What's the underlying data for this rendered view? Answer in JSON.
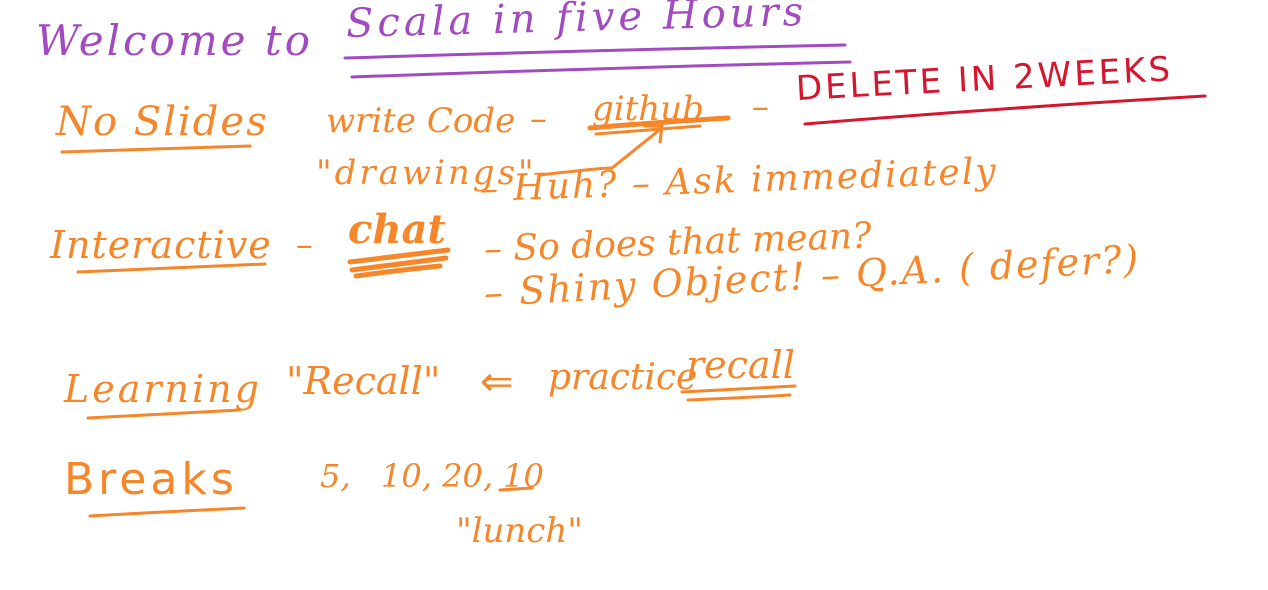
{
  "colors": {
    "purple": "#a24bc0",
    "orange": "#f5862a",
    "red": "#d4162e",
    "background": "#ffffff"
  },
  "title": {
    "welcome": "Welcome to",
    "course": "Scala in five Hours"
  },
  "no_slides": {
    "label": "No Slides",
    "write_code": "write Code",
    "dash1": "–",
    "github": "github",
    "dash2": "–",
    "delete": "DELETE IN 2WEEKS",
    "drawings": "\"drawings\""
  },
  "interactive": {
    "label": "Interactive",
    "dash": "–",
    "chat": "chat",
    "items": [
      "– Huh? – Ask immediately",
      "– So does that mean?",
      "– Shiny Object! – Q.A. ( defer?)"
    ]
  },
  "learning": {
    "label": "Learning",
    "recall": "\"Recall\"",
    "arrow": "⇐",
    "practice": "practice",
    "recall_underlined": "recall"
  },
  "breaks": {
    "label": "Breaks",
    "values": "5,   10, 20, 10",
    "lunch": "\"lunch\""
  }
}
